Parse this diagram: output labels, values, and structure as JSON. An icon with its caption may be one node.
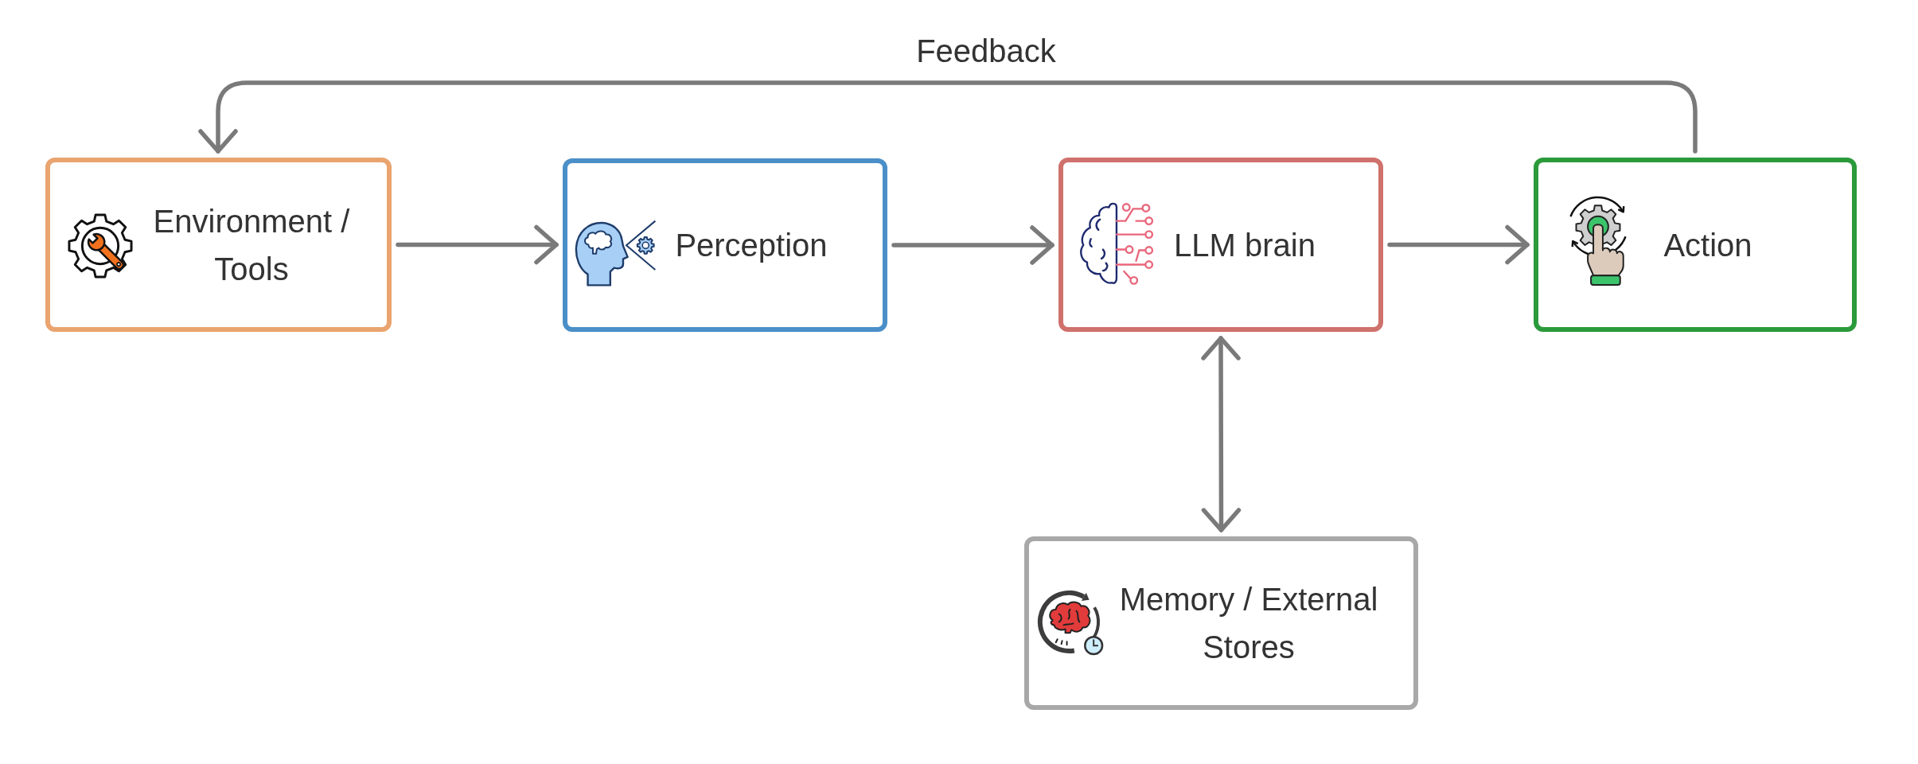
{
  "diagram": {
    "nodes": [
      {
        "text": [
          "Environment / Tools"
        ]
      },
      {
        "text": [
          "Perception"
        ]
      },
      {
        "text": [
          "LLM brain"
        ]
      },
      {
        "text": [
          "Action"
        ]
      },
      {
        "text": [
          "Memory / External Stores"
        ]
      }
    ],
    "edges": [
      {
        "from": 0,
        "to": 1,
        "arrow": "to"
      },
      {
        "from": 1,
        "to": 2,
        "arrow": "to"
      },
      {
        "from": 2,
        "to": 3,
        "arrow": "to"
      },
      {
        "from": 2,
        "to": 4,
        "arrow": "both"
      },
      {
        "from": 3,
        "to": 0,
        "arrow": "to",
        "label": "Feedback"
      }
    ]
  }
}
